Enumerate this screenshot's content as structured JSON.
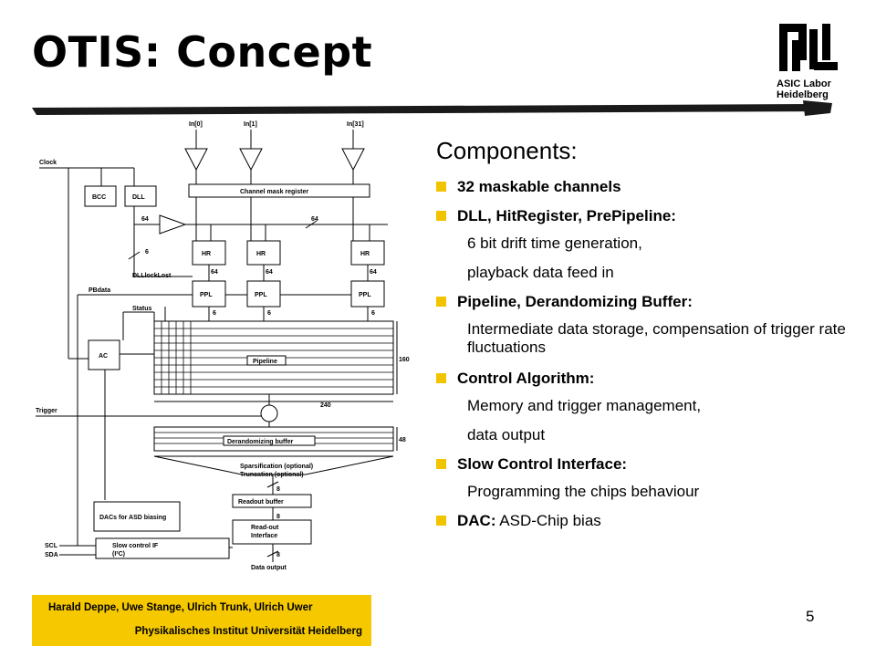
{
  "slide": {
    "title": "OTIS: Concept",
    "page_number": "5"
  },
  "logo": {
    "line1": "ASIC Labor",
    "line2": "Heidelberg"
  },
  "footer": {
    "authors": "Harald Deppe, Uwe Stange, Ulrich Trunk, Ulrich Uwer",
    "institute": "Physikalisches Institut Universität Heidelberg"
  },
  "content": {
    "heading": "Components:",
    "b1": "32 maskable channels",
    "b2": "DLL, HitRegister, PrePipeline:",
    "b2_sub1": "6 bit drift time generation,",
    "b2_sub2": "playback data feed in",
    "b3": "Pipeline, Derandomizing Buffer:",
    "b3_sub": "Intermediate data storage, compensation of trigger rate fluctuations",
    "b4": "Control Algorithm:",
    "b4_sub1": "Memory and trigger management,",
    "b4_sub2": "data output",
    "b5": "Slow Control Interface:",
    "b5_sub": "Programming the chips behaviour",
    "b6_bold": "DAC:",
    "b6_normal": " ASD-Chip bias"
  },
  "diagram": {
    "in0": "In[0]",
    "in1": "In[1]",
    "in31": "In[31]",
    "clock": "Clock",
    "bcc": "BCC",
    "dll": "DLL",
    "mask": "Channel mask register",
    "n64a": "64",
    "n64b": "64",
    "n6a": "6",
    "hr": "HR",
    "dlllock": "DLLlockLost",
    "pbdata": "PBdata",
    "ppl": "PPL",
    "status": "Status",
    "ac": "AC",
    "pipeline": "Pipeline",
    "n160": "160",
    "n240": "240",
    "trigger": "Trigger",
    "derand": "Derandomizing buffer",
    "n48": "48",
    "spars1": "Sparsification (optional)",
    "spars2": "Truncation (optional)",
    "readout": "Readout buffer",
    "rif1": "Read-out",
    "rif2": "Interface",
    "dout": "Data output",
    "dacs": "DACs for ASD biasing",
    "sc1": "Slow control IF",
    "sc2": "(I²C)",
    "scl": "SCL",
    "sda": "SDA",
    "n6": "6",
    "n8": "8"
  }
}
